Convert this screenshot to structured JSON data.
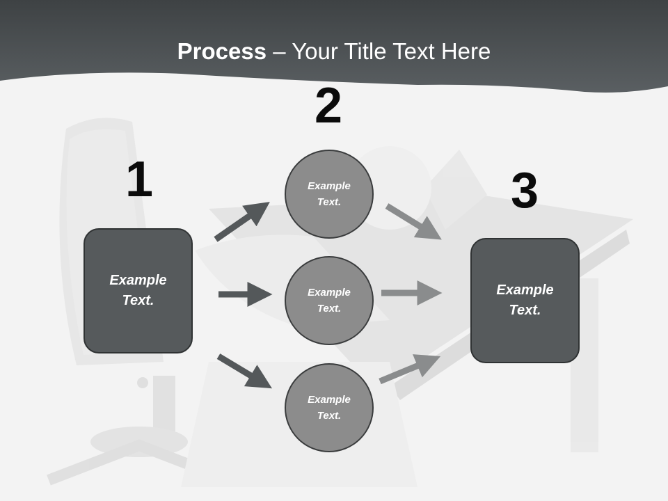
{
  "title": {
    "bold": "Process",
    "rest": " – Your Title Text Here"
  },
  "steps": [
    {
      "number": "1",
      "text": "Example Text."
    },
    {
      "number": "2",
      "items": [
        "Example Text.",
        "Example Text.",
        "Example Text."
      ]
    },
    {
      "number": "3",
      "text": "Example Text."
    }
  ],
  "colors": {
    "header": "#4f5557",
    "box": "#565a5c",
    "circle": "#8c8c8c",
    "arrow_dark": "#54585a",
    "arrow_light": "#8a8c8d"
  },
  "icons": [
    "arrow-icon"
  ]
}
